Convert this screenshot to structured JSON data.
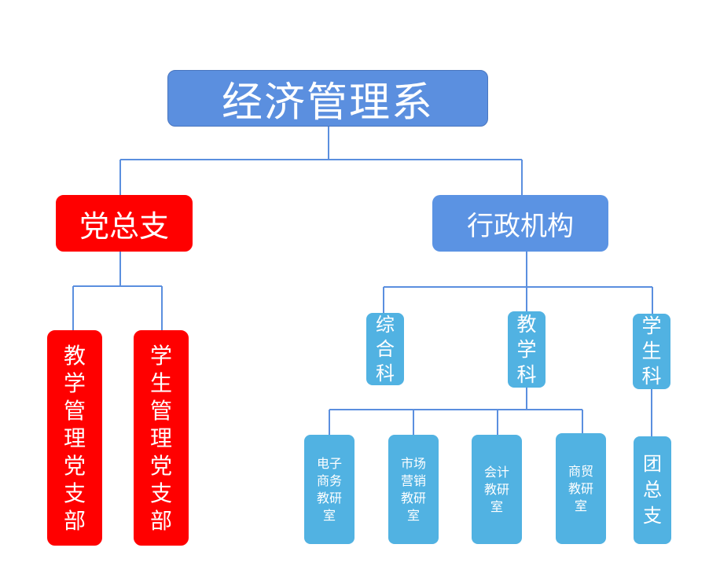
{
  "colors": {
    "connector": "#5b8fdf",
    "root_fill": "#5b8fdf",
    "party_fill": "#ff0000",
    "admin_fill": "#5b93e3",
    "unit_fill": "#51b2e2",
    "text": "#ffffff"
  },
  "root": {
    "label": "经济管理系"
  },
  "party": {
    "label": "党总支",
    "children": [
      "教\n学\n管\n理\n党\n支\n部",
      "学\n生\n管\n理\n党\n支\n部"
    ]
  },
  "admin": {
    "label": "行政机构",
    "sections": {
      "general": "综\n合\n科",
      "teaching": "教\n学\n科",
      "student": "学\n生\n科"
    },
    "teaching_offices": [
      "电子\n商务\n教研\n室",
      "市场\n营销\n教研\n室",
      "会计\n教研\n室",
      "商贸\n教研\n室"
    ],
    "student_offices": [
      "团\n总\n支"
    ]
  }
}
